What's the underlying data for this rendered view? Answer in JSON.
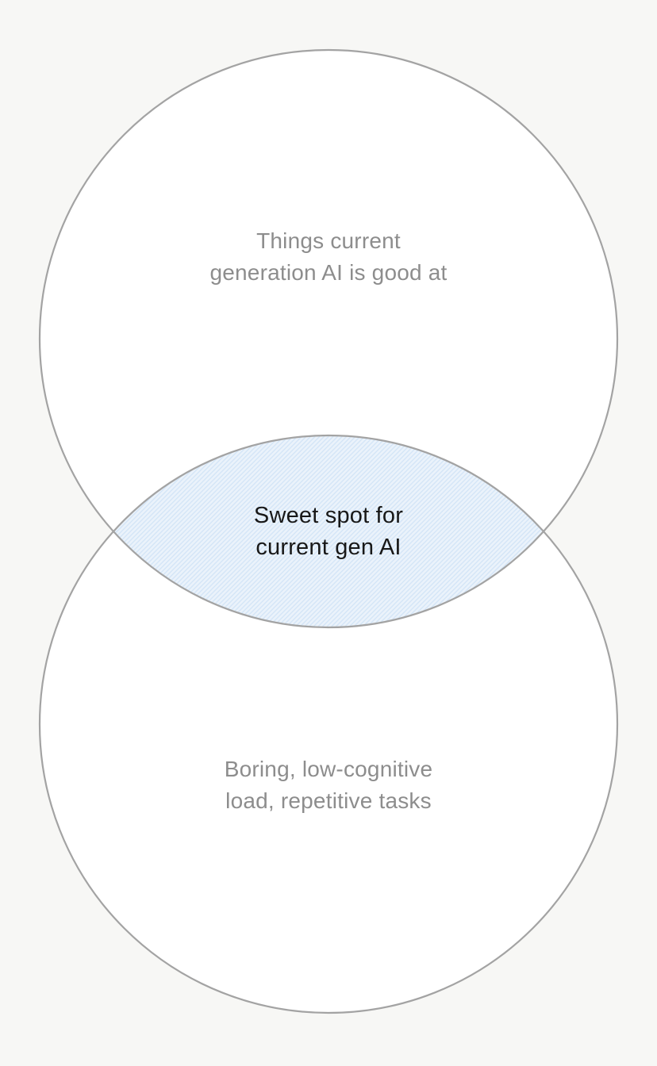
{
  "page": {
    "background_color": "#f7f7f5"
  },
  "diagram": {
    "type": "venn-2-circle",
    "stroke_color": "#a3a3a3",
    "circle_fill": "#ffffff",
    "top_circle": {
      "label_lines": [
        "Things current",
        "generation AI is good at"
      ],
      "label_color": "#8d8d8d"
    },
    "bottom_circle": {
      "label_lines": [
        "Boring, low-cognitive",
        "load, repetitive tasks"
      ],
      "label_color": "#8d8d8d"
    },
    "intersection": {
      "label_lines": [
        "Sweet spot for",
        "current gen AI"
      ],
      "label_color": "#181818",
      "hatch_background_color": "#ebf3fb",
      "hatch_line_color": "#d2e4f7"
    }
  }
}
